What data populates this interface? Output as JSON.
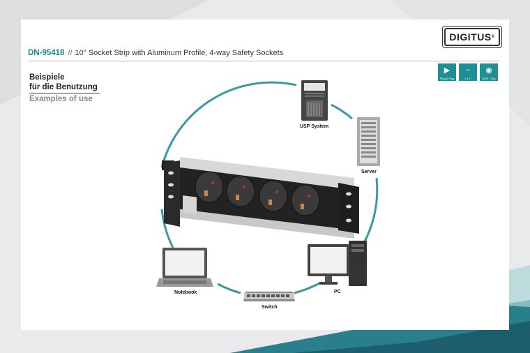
{
  "brand": {
    "logo_text": "DIGITUS",
    "registered": "®"
  },
  "header": {
    "product_code": "DN-95418",
    "separator": "//",
    "product_title": "10\" Socket Strip with Aluminum Profile, 4-way Safety Sockets"
  },
  "badges": [
    {
      "icon": "play-icon",
      "label": "Plug & Play"
    },
    {
      "icon": "rack-angle-icon",
      "label": "± 10°"
    },
    {
      "icon": "socket-icon",
      "label": "250V / 16A"
    }
  ],
  "section": {
    "heading_de_line1": "Beispiele",
    "heading_de_line2": "für die Benutzung",
    "heading_en": "Examples of use"
  },
  "devices": {
    "ups": "USP System",
    "server": "Server",
    "pc": "PC",
    "switch": "Switch",
    "notebook": "Notebook"
  },
  "colors": {
    "accent": "#1d8a8c",
    "circle": "#3a9aa3",
    "badge": "#1f8f96"
  }
}
